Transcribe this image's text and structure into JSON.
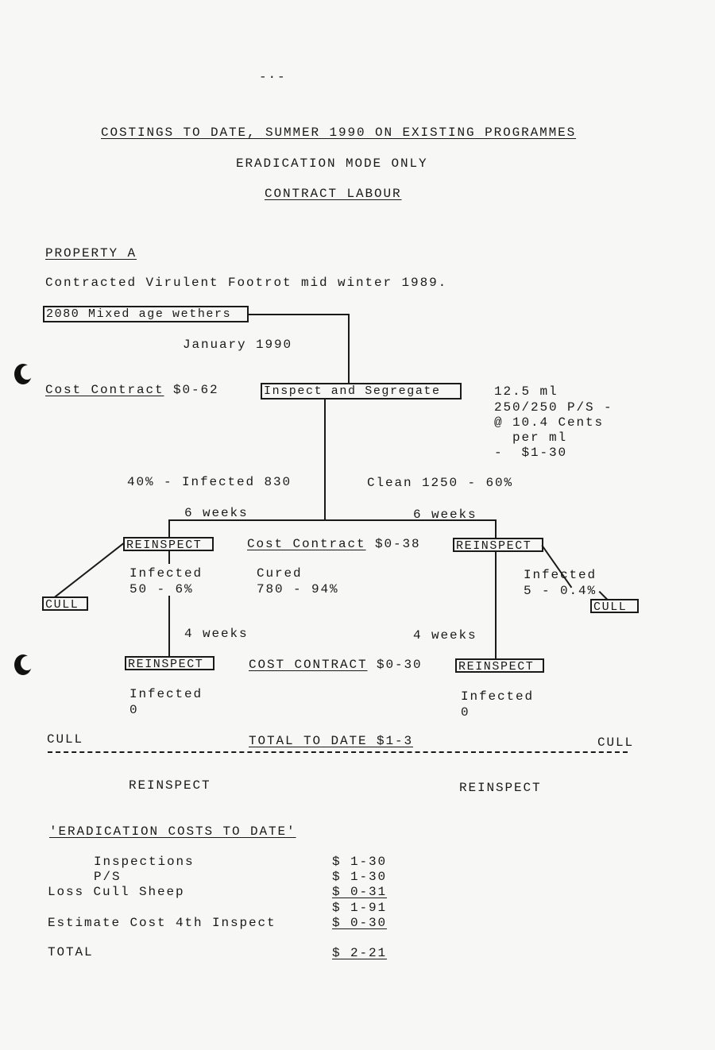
{
  "header": {
    "title": "COSTINGS TO DATE, SUMMER 1990 ON EXISTING PROGRAMMES",
    "subtitle": "ERADICATION MODE ONLY",
    "section": "CONTRACT LABOUR"
  },
  "property": {
    "name": "PROPERTY A",
    "description": "Contracted Virulent Footrot mid winter 1989."
  },
  "flowchart": {
    "start_box": "2080 Mixed age wethers",
    "date": "January 1990",
    "cost1_label": "Cost Contract",
    "cost1_value": " $0-62",
    "inspect_box": "Inspect and Segregate",
    "note": [
      "12.5 ml",
      "250/250 P/S -",
      "@ 10.4 Cents",
      "  per ml",
      "-  $1-30"
    ],
    "infected_split": "40% - Infected 830",
    "clean_split": "Clean 1250 - 60%",
    "weeks6_left": "6 weeks",
    "weeks6_right": "6 weeks",
    "reinspect": "REINSPECT",
    "cost2_label": "Cost Contract",
    "cost2_value": " $0-38",
    "left_infected": [
      "Infected",
      "50 - 6%"
    ],
    "cured": [
      "Cured",
      "780 - 94%"
    ],
    "right_infected": [
      "Infected",
      "5 - 0.4%"
    ],
    "cull": "CULL",
    "weeks4_left": "4 weeks",
    "weeks4_right": "4 weeks",
    "cost3_label": "COST CONTRACT",
    "cost3_value": " $0-30",
    "left_infected2": [
      "Infected",
      "0"
    ],
    "right_infected2": [
      "Infected",
      "0"
    ],
    "cull_left": "CULL",
    "total": "TOTAL TO DATE $1-3",
    "cull_right": "CULL",
    "reinspect_left": "REINSPECT",
    "reinspect_right": "REINSPECT"
  },
  "costs": {
    "heading": "'ERADICATION COSTS TO DATE'",
    "rows": [
      {
        "label": "Inspections",
        "amount": "$ 1-30"
      },
      {
        "label": "P/S",
        "amount": "$ 1-30"
      },
      {
        "label": "Loss Cull Sheep",
        "amount": "$ 0-31"
      },
      {
        "label": "",
        "amount": "$ 1-91"
      },
      {
        "label": "Estimate Cost 4th Inspect",
        "amount": "$ 0-30"
      },
      {
        "label": "TOTAL",
        "amount": "$ 2-21"
      }
    ]
  }
}
